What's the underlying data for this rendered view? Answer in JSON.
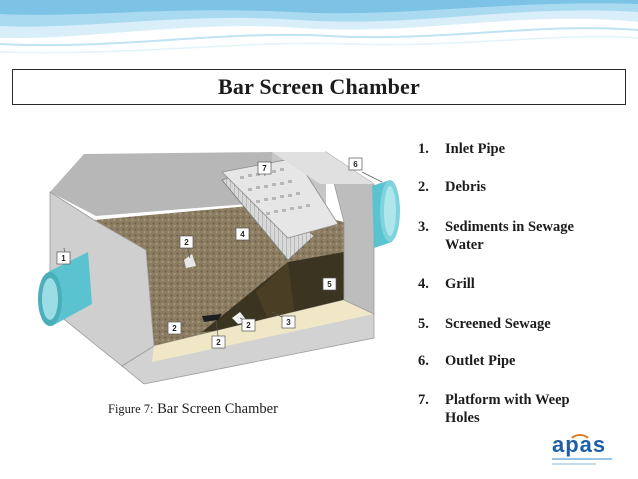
{
  "slide": {
    "title": "Bar Screen Chamber"
  },
  "caption": {
    "label": "Figure 7:",
    "text": "Bar Screen Chamber"
  },
  "legend": [
    {
      "num": "1.",
      "text": "Inlet Pipe"
    },
    {
      "num": "2.",
      "text": "Debris"
    },
    {
      "num": "3.",
      "text": "Sediments in Sewage Water"
    },
    {
      "num": "4.",
      "text": "Grill"
    },
    {
      "num": "5.",
      "text": "Screened Sewage"
    },
    {
      "num": "6.",
      "text": "Outlet Pipe"
    },
    {
      "num": "7.",
      "text": "Platform with Weep Holes"
    }
  ],
  "diagram_tags": [
    "1",
    "2",
    "2",
    "2",
    "2",
    "3",
    "4",
    "5",
    "6",
    "7"
  ],
  "logo": {
    "text": "apas"
  },
  "colors": {
    "wave": "#7cc3e6",
    "pipe": "#5bc3cf",
    "concrete": "#c9c9c9",
    "water": "#3a3320",
    "sediment": "#8a7a5c"
  }
}
